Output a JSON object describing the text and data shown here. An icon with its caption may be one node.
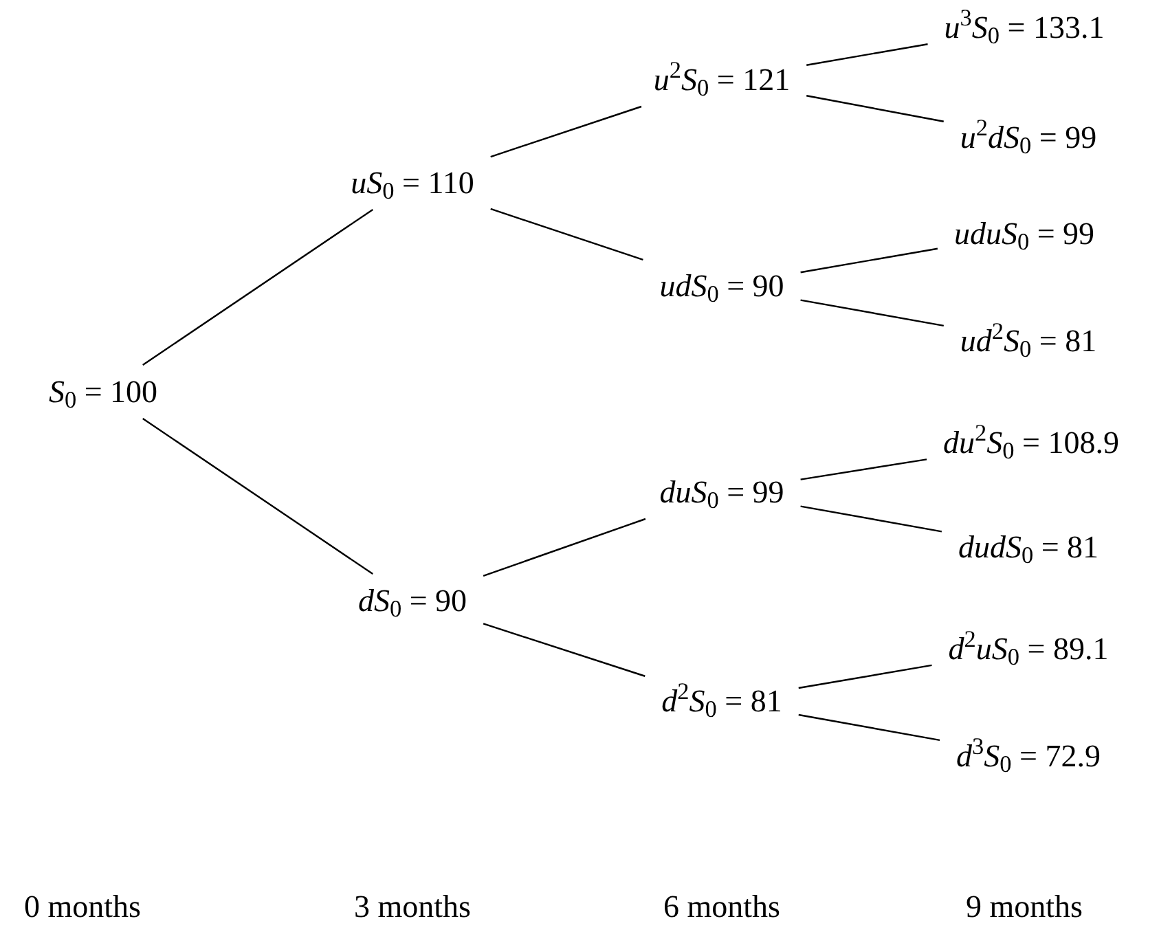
{
  "diagram": {
    "nodes": [
      {
        "text": [
          "*S*$_{0}$ = 100"
        ]
      },
      {
        "text": [
          "*uS*$_{0}$ = 110"
        ]
      },
      {
        "text": [
          "*dS*$_{0}$ = 90"
        ]
      },
      {
        "text": [
          "*u*$^{2}$*S*$_{0}$ = 121"
        ]
      },
      {
        "text": [
          "*udS*$_{0}$ = 90"
        ]
      },
      {
        "text": [
          "*duS*$_{0}$ = 99"
        ]
      },
      {
        "text": [
          "*d*$^{2}$*S*$_{0}$ = 81"
        ]
      },
      {
        "text": [
          "*u*$^{3}$*S*$_{0}$ = 133.1"
        ]
      },
      {
        "text": [
          "*u*$^{2}$*dS*$_{0}$ = 99"
        ]
      },
      {
        "text": [
          "*uduS*$_{0}$ = 99"
        ]
      },
      {
        "text": [
          "*ud*$^{2}$*S*$_{0}$ = 81"
        ]
      },
      {
        "text": [
          "*du*$^{2}$*S*$_{0}$ = 108.9"
        ]
      },
      {
        "text": [
          "*dudS*$_{0}$ = 81"
        ]
      },
      {
        "text": [
          "*d*$^{2}$*uS*$_{0}$ = 89.1"
        ]
      },
      {
        "text": [
          "*d*$^{3}$*S*$_{0}$ = 72.9"
        ]
      }
    ],
    "edges": [
      {
        "from": 0,
        "to": 1,
        "arrow": "none"
      },
      {
        "from": 0,
        "to": 2,
        "arrow": "none"
      },
      {
        "from": 1,
        "to": 3,
        "arrow": "none"
      },
      {
        "from": 1,
        "to": 4,
        "arrow": "none"
      },
      {
        "from": 2,
        "to": 5,
        "arrow": "none"
      },
      {
        "from": 2,
        "to": 6,
        "arrow": "none"
      },
      {
        "from": 3,
        "to": 7,
        "arrow": "none"
      },
      {
        "from": 3,
        "to": 8,
        "arrow": "none"
      },
      {
        "from": 4,
        "to": 9,
        "arrow": "none"
      },
      {
        "from": 4,
        "to": 10,
        "arrow": "none"
      },
      {
        "from": 5,
        "to": 11,
        "arrow": "none"
      },
      {
        "from": 5,
        "to": 12,
        "arrow": "none"
      },
      {
        "from": 6,
        "to": 13,
        "arrow": "none"
      },
      {
        "from": 6,
        "to": 14,
        "arrow": "none"
      }
    ],
    "labels": [
      "0 months",
      "3 months",
      "6 months",
      "9 months"
    ]
  }
}
